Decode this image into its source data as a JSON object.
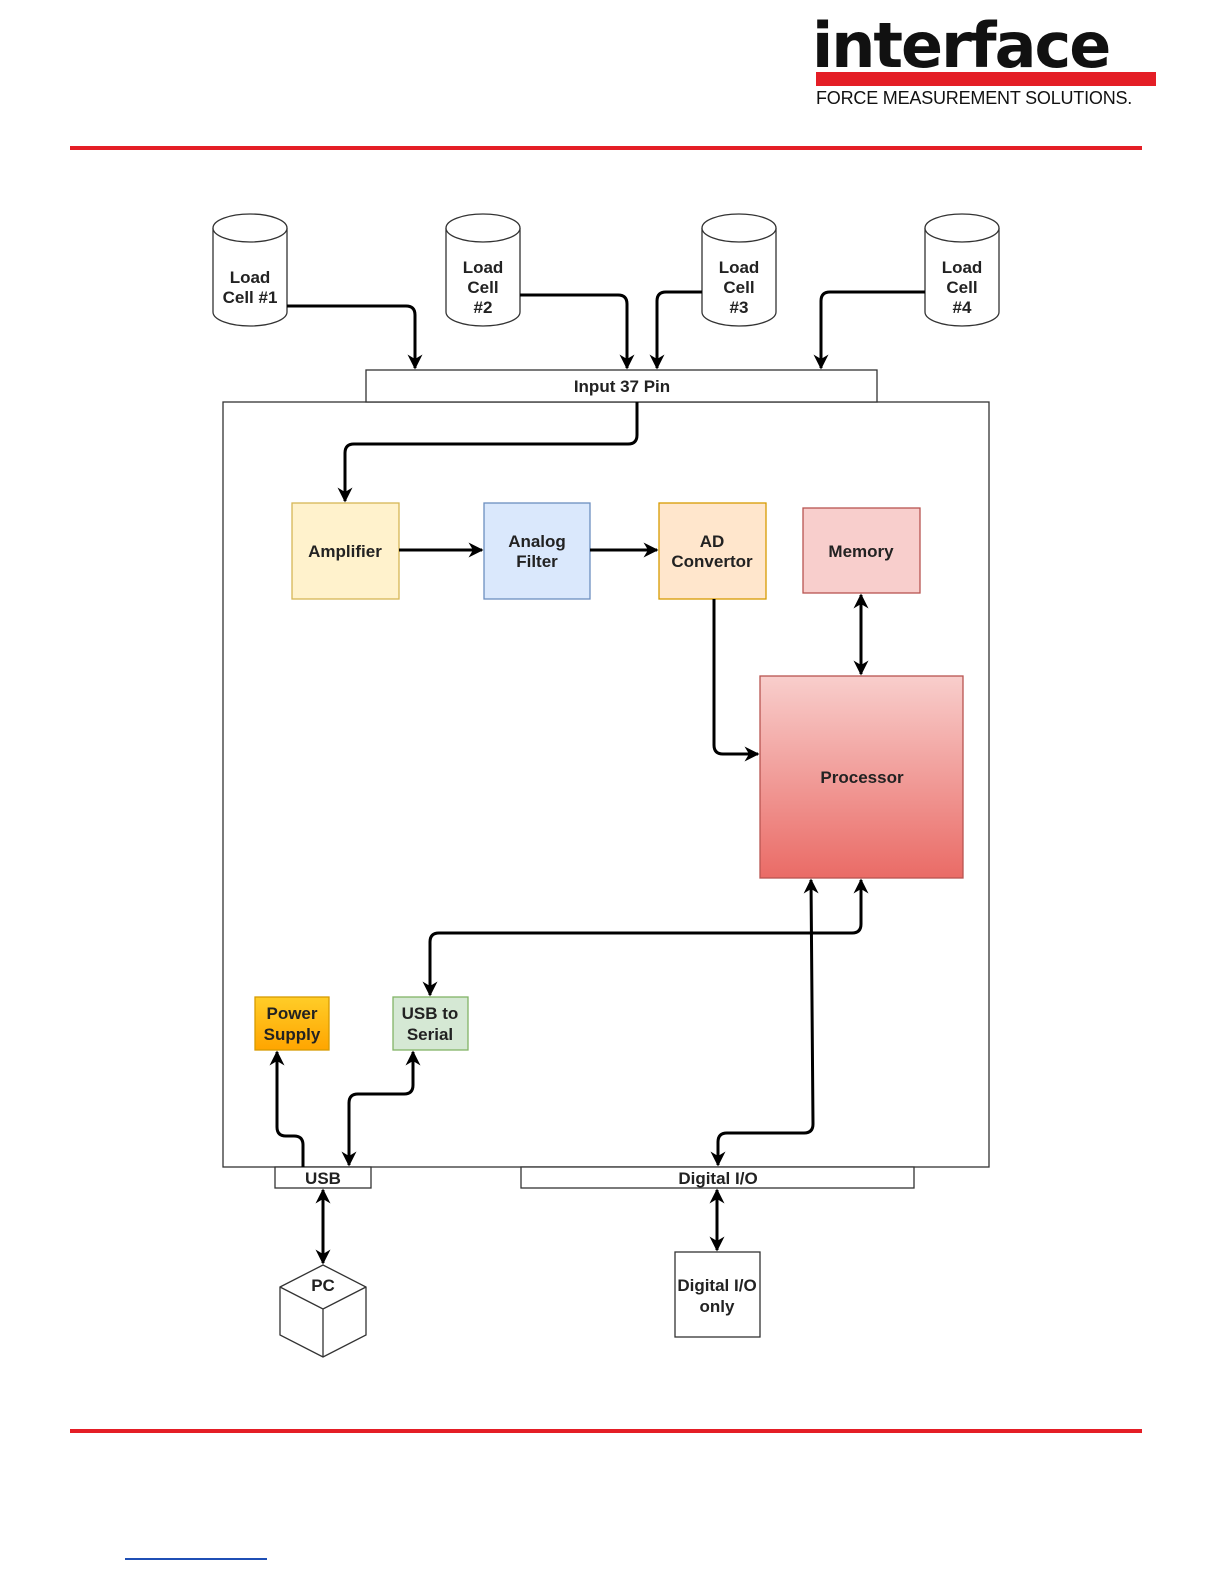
{
  "brand": {
    "name": "interface",
    "tagline": "FORCE MEASUREMENT SOLUTIONS.",
    "color": "#e41e26"
  },
  "diagram": {
    "load_cells": [
      {
        "lines": [
          "Load",
          "Cell #1"
        ]
      },
      {
        "lines": [
          "Load",
          "Cell",
          "#2"
        ]
      },
      {
        "lines": [
          "Load",
          "Cell",
          "#3"
        ]
      },
      {
        "lines": [
          "Load",
          "Cell",
          "#4"
        ]
      }
    ],
    "input_connector": "Input 37 Pin",
    "amplifier": "Amplifier",
    "analog_filter": [
      "Analog",
      "Filter"
    ],
    "ad_convertor": [
      "AD",
      "Convertor"
    ],
    "memory": "Memory",
    "processor": "Processor",
    "power_supply": [
      "Power",
      "Supply"
    ],
    "usb_to_serial": [
      "USB to",
      "Serial"
    ],
    "usb_connector": "USB",
    "digital_io_connector": "Digital I/O",
    "pc": "PC",
    "digital_io_only": [
      "Digital I/O",
      "only"
    ],
    "colors": {
      "amplifier_fill": "#fff2cc",
      "amplifier_stroke": "#d6b656",
      "filter_fill": "#dae8fc",
      "filter_stroke": "#6c8ebf",
      "ad_fill": "#ffe6cc",
      "ad_stroke": "#d79b00",
      "memory_fill": "#f8cecc",
      "memory_stroke": "#b85450",
      "processor_top": "#f8cecc",
      "processor_bottom": "#ea6b66",
      "power_top": "#ffcd28",
      "power_bottom": "#ffa500",
      "usb_serial_fill": "#d5e8d4",
      "usb_serial_stroke": "#82b366"
    }
  }
}
